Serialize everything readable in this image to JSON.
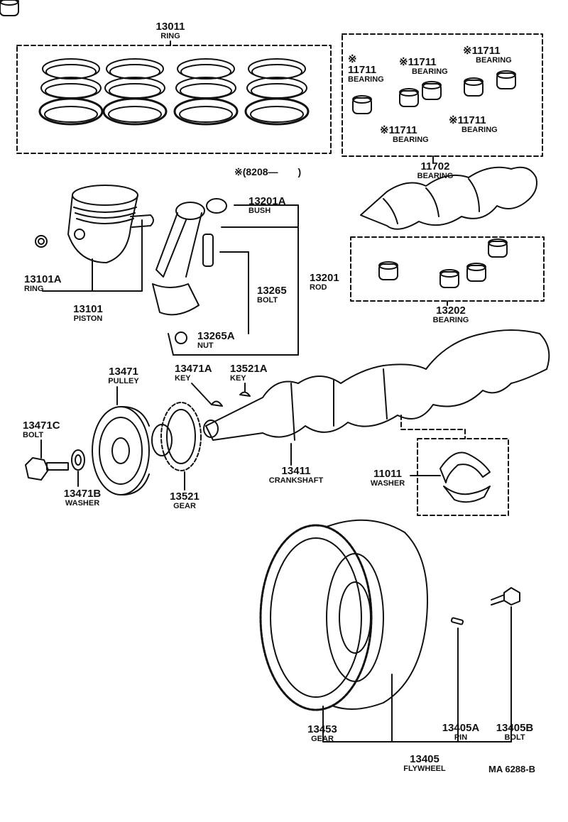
{
  "note": "※(8208—　　)",
  "diagram_code": "MA  6288-B",
  "parts": {
    "ring_set": {
      "number": "13011",
      "name": "RING"
    },
    "bearing_a": {
      "mark": "※",
      "number": "11711",
      "name": "BEARING"
    },
    "bearing_b": {
      "mark": "※",
      "number": "11711",
      "name": "BEARING"
    },
    "bearing_c": {
      "mark": "※",
      "number": "11711",
      "name": "BEARING"
    },
    "bearing_d": {
      "mark": "※",
      "number": "11711",
      "name": "BEARING"
    },
    "bearing_e": {
      "mark": "※",
      "number": "11711",
      "name": "BEARING"
    },
    "main_bearing": {
      "number": "11702",
      "name": "BEARING"
    },
    "rod_bush": {
      "number": "13201A",
      "name": "BUSH"
    },
    "piston_ring": {
      "number": "13101A",
      "name": "RING"
    },
    "piston": {
      "number": "13101",
      "name": "PISTON"
    },
    "rod_bolt": {
      "number": "13265",
      "name": "BOLT"
    },
    "rod": {
      "number": "13201",
      "name": "ROD"
    },
    "rod_nut": {
      "number": "13265A",
      "name": "NUT"
    },
    "rod_bearing": {
      "number": "13202",
      "name": "BEARING"
    },
    "pulley": {
      "number": "13471",
      "name": "PULLEY"
    },
    "pulley_key": {
      "number": "13471A",
      "name": "KEY"
    },
    "gear_key": {
      "number": "13521A",
      "name": "KEY"
    },
    "pulley_bolt": {
      "number": "13471C",
      "name": "BOLT"
    },
    "pulley_washer": {
      "number": "13471B",
      "name": "WASHER"
    },
    "crank_gear": {
      "number": "13521",
      "name": "GEAR"
    },
    "crankshaft": {
      "number": "13411",
      "name": "CRANKSHAFT"
    },
    "thrust_washer": {
      "number": "11011",
      "name": "WASHER"
    },
    "ring_gear": {
      "number": "13453",
      "name": "GEAR"
    },
    "flywheel_pin": {
      "number": "13405A",
      "name": "PIN"
    },
    "flywheel_bolt": {
      "number": "13405B",
      "name": "BOLT"
    },
    "flywheel": {
      "number": "13405",
      "name": "FLYWHEEL"
    }
  }
}
